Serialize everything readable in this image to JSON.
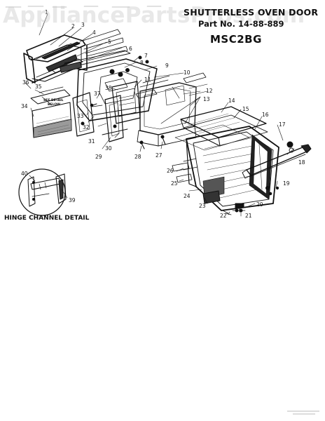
{
  "header": {
    "title": "SHUTTERLESS OVEN DOOR",
    "part_no": "Part No. 14-88-889",
    "model": "MSC2BG"
  },
  "watermark": "AppliancePartsPros.com",
  "detail": {
    "caption": "HINGE CHANNEL DETAIL",
    "see_detail_line1": "SEE DETAIL",
    "see_detail_line2": "BELOW"
  },
  "callouts": [
    "1",
    "2",
    "3",
    "4",
    "5",
    "6",
    "7",
    "8",
    "9",
    "10",
    "11",
    "12",
    "13",
    "14",
    "15",
    "16",
    "17",
    "18",
    "19",
    "20",
    "21",
    "22",
    "23",
    "24",
    "25",
    "26",
    "27",
    "28",
    "29",
    "30",
    "31",
    "32",
    "33",
    "34",
    "35",
    "36",
    "37",
    "38",
    "39",
    "40"
  ],
  "colors": {
    "ink": "#111111",
    "watermark": "#c8c8c8",
    "paper": "#ffffff"
  }
}
